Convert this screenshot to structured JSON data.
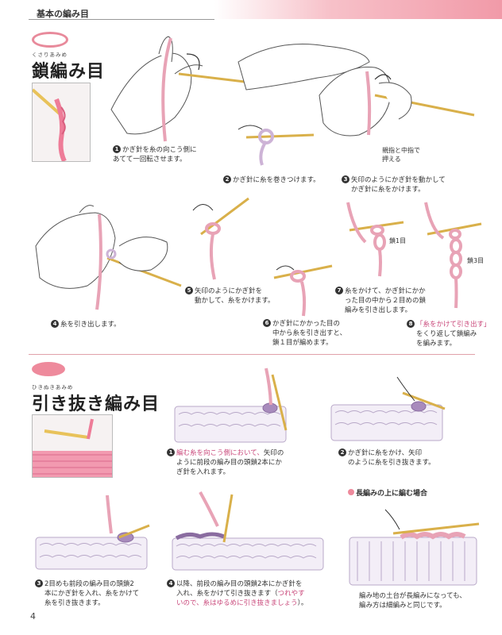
{
  "header": {
    "title": "基本の編み目",
    "accent_color": "#f19aa8"
  },
  "section1": {
    "furigana": "くさりあみめ",
    "title": "鎖編み目",
    "badge_color": "#e88a9b",
    "steps": [
      {
        "num": "1",
        "text_a": "かぎ針を糸の向こう側に",
        "text_b": "あてて一回転させます。"
      },
      {
        "num": "2",
        "text_a": "かぎ針に糸を巻きつけます。"
      },
      {
        "num": "3",
        "text_a": "矢印のようにかぎ針を動かして",
        "text_b": "かぎ針に糸をかけます。"
      },
      {
        "num": "4",
        "text_a": "糸を引き出します。"
      },
      {
        "num": "5",
        "text_a": "矢印のようにかぎ針を",
        "text_b": "動かして、糸をかけます。"
      },
      {
        "num": "6",
        "text_a": "かぎ針にかかった目の",
        "text_b": "中から糸を引き出すと、",
        "text_c": "鎖１目が編めます。"
      },
      {
        "num": "7",
        "text_a": "糸をかけて、かぎ針にかか",
        "text_b": "った目の中から２目めの鎖",
        "text_c": "編みを引き出します。"
      },
      {
        "num": "8",
        "text_pink": "「糸をかけて引き出す」",
        "text_b": "をくり返して鎖編み",
        "text_c": "を編みます。"
      }
    ],
    "callout_hold_a": "親指と中指で",
    "callout_hold_b": "押える",
    "callout_1st": "鎖1目",
    "callout_3rd": "鎖3目"
  },
  "section2": {
    "furigana": "ひきぬきあみめ",
    "title": "引き抜き編み目",
    "badge_color": "#ee8a9c",
    "steps": [
      {
        "num": "1",
        "text_pink": "編む糸を向こう側において、",
        "text_a": "矢印の",
        "text_b": "ように前段の編み目の頭鎖2本にか",
        "text_c": "ぎ針を入れます。"
      },
      {
        "num": "2",
        "text_a": "かぎ針に糸をかけ、矢印",
        "text_b": "のように糸を引き抜きます。"
      },
      {
        "num": "3",
        "text_a": "2目めも前段の編み目の頭鎖2",
        "text_b": "本にかぎ針を入れ、糸をかけて",
        "text_c": "糸を引き抜きます。"
      },
      {
        "num": "4",
        "text_a": "以降、前段の編み目の頭鎖2本にかぎ針を",
        "text_b": "入れ、糸をかけて引き抜きます（",
        "text_pink_b": "つれやす",
        "text_pink_c": "いので、糸はゆるめに引き抜きましょう",
        "text_c_end": "）。"
      }
    ],
    "note_head": "長編みの上に編む場合",
    "note_a": "編み地の土台が長編みになっても、",
    "note_b": "編み方は細編みと同じです。"
  },
  "page_number": "4",
  "colors": {
    "yarn_pink": "#e8a3b6",
    "yarn_lavender": "#cdb3d6",
    "hook_gold": "#e8c25a",
    "accent_pink": "#ee8a9c"
  }
}
